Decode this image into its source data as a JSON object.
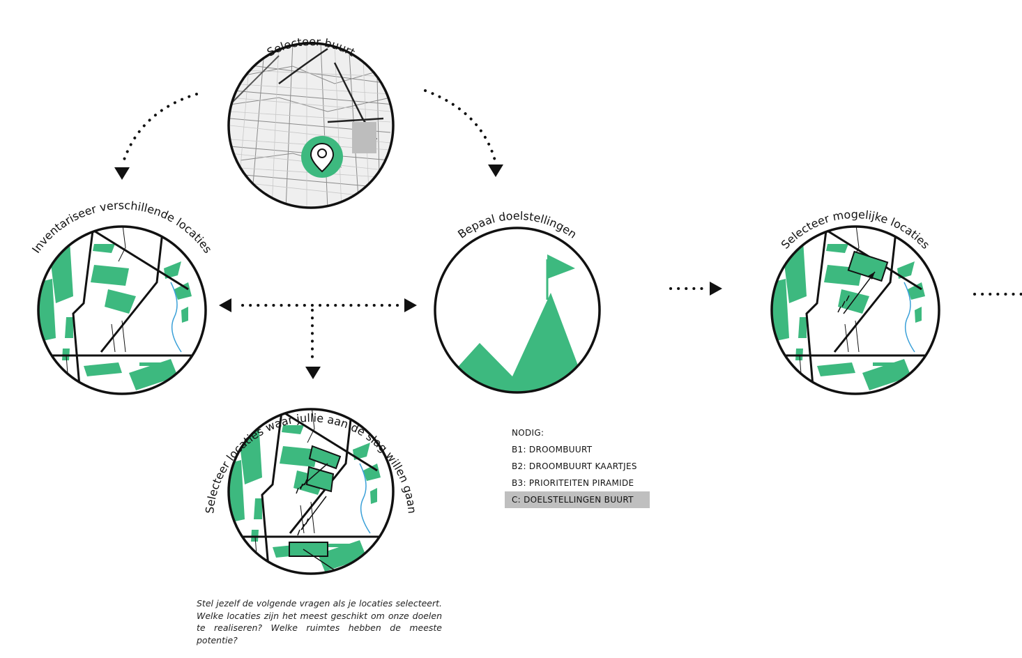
{
  "colors": {
    "green": "#3db97f",
    "ink": "#111111",
    "highlight": "#bfbfbf",
    "river": "#3aa0d8"
  },
  "steps": {
    "select_neighbourhood": "Selecteer buurt",
    "inventory": "Inventariseer verschillende locaties",
    "goals": "Bepaal doelstellingen",
    "select_locations": "Selecteer locaties waar jullie aan de slag willen gaan",
    "possible_locations": "Selecteer mogelijke locaties"
  },
  "needs": {
    "title": "NODIG:",
    "items": [
      "B1: DROOMBUURT",
      "B2: DROOMBUURT KAARTJES",
      "B3: PRIORITEITEN PIRAMIDE"
    ],
    "highlighted": "C: DOELSTELLINGEN BUURT"
  },
  "questions": "Stel jezelf de volgende vragen als je locaties selecteert. Welke locaties zijn het meest geschikt om onze doelen te realiseren? Welke ruimtes hebben de meeste potentie?",
  "icons": [
    "location-pin-icon",
    "mountain-flag-icon"
  ]
}
